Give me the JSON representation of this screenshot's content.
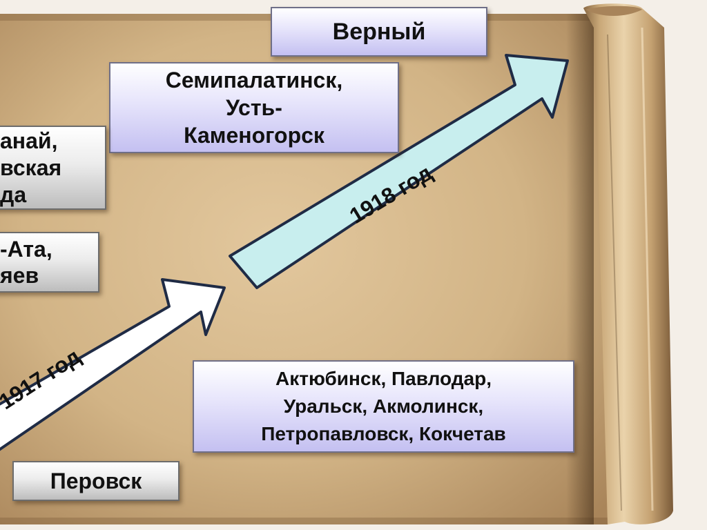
{
  "boxes": {
    "verny": "Верный",
    "semipalatinsk": "Семипалатинск, Усть-Каменогорск",
    "kustanai_partial": "анай, вская да",
    "aulie_ata_partial": "-Ата, яев",
    "aktyubinsk_group": "Актюбинск, Павлодар, Уральск, Акмолинск, Петропавловск, Кокчетав",
    "perovsk": "Перовск"
  },
  "box_lines": {
    "semipalatinsk": [
      "Семипалатинск,",
      "Усть-",
      "Каменогорск"
    ],
    "kustanai_partial": [
      "анай,",
      "вская",
      "да"
    ],
    "aulie_ata_partial": [
      "-Ата,",
      "яев"
    ],
    "aktyubinsk_group": [
      "Актюбинск, Павлодар,",
      "Уральск, Акмолинск,",
      "Петропавловск, Кокчетав"
    ]
  },
  "arrows": {
    "year_1917": "1917 год",
    "year_1918": "1918 год"
  },
  "colors": {
    "parchment": "#c9a778",
    "box_lavender": "#d8d5f6",
    "box_gray": "#d9d9d9",
    "arrow_white": "#ffffff",
    "arrow_cyan": "#c8eeee",
    "arrow_outline": "#1f2b45"
  }
}
